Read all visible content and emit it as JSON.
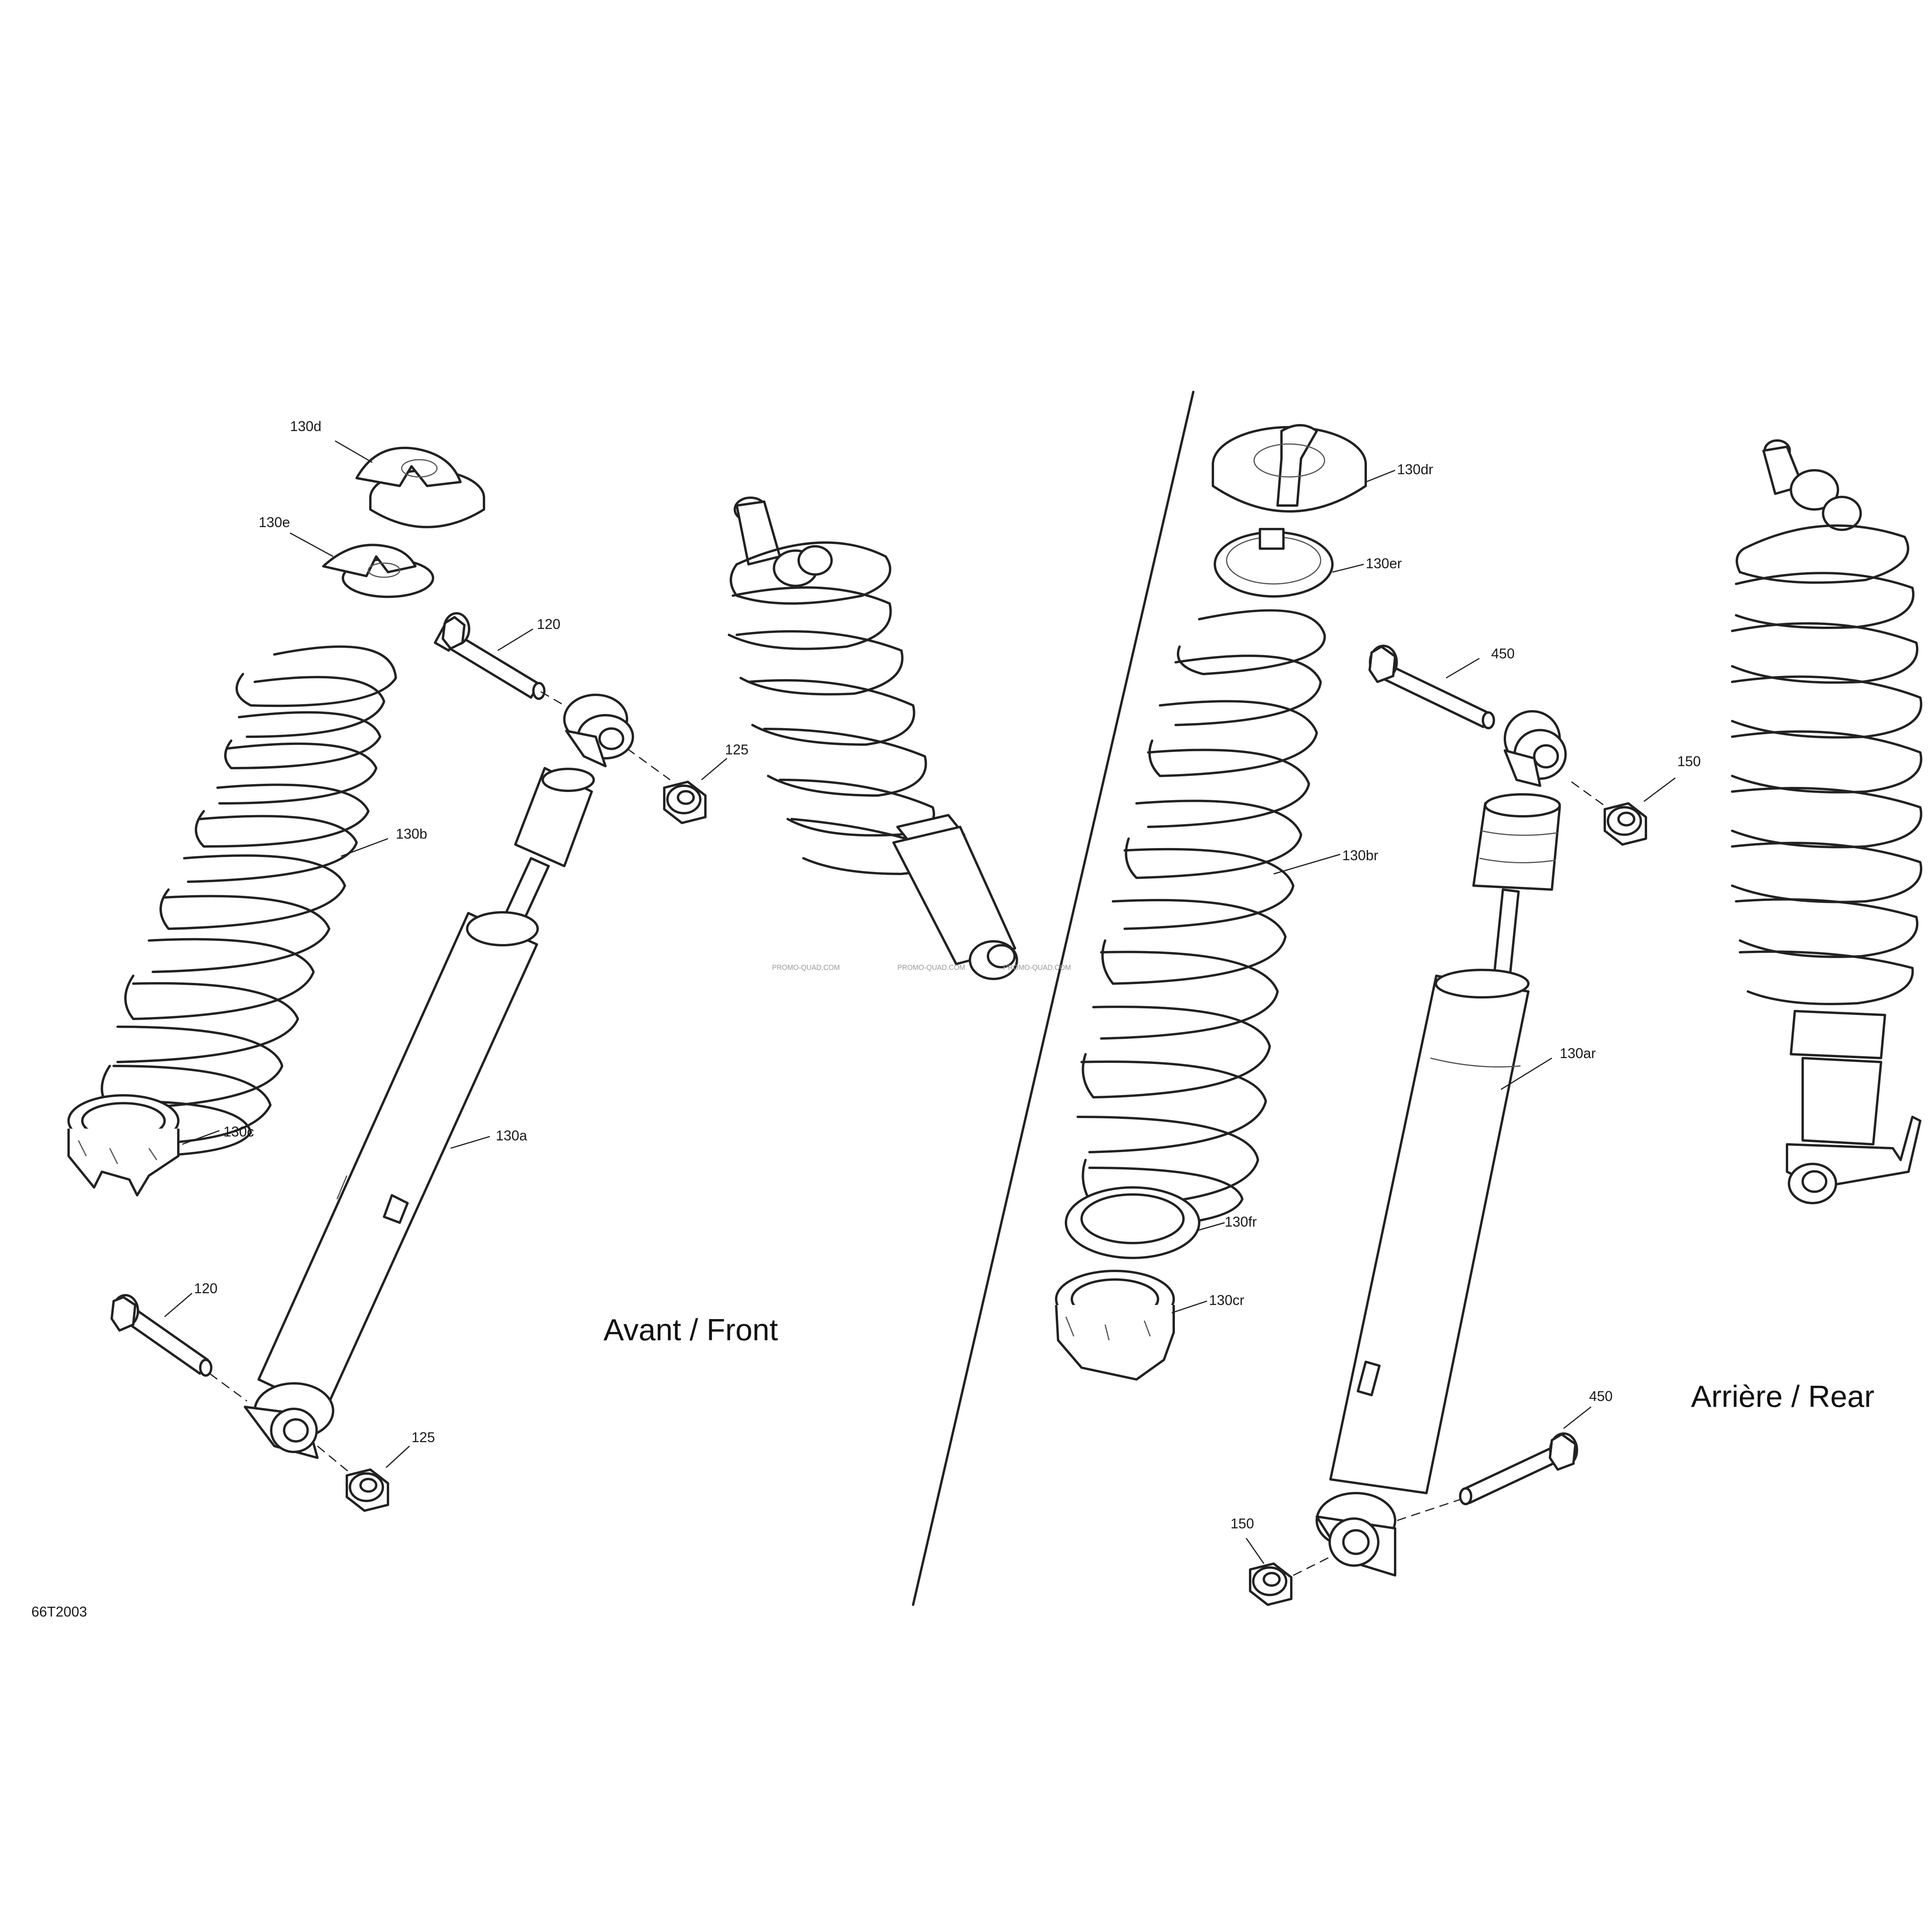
{
  "diagram": {
    "code": "66T2003",
    "sections": {
      "front": "Avant / Front",
      "rear": "Arrière / Rear"
    },
    "callouts": {
      "f_130d": "130d",
      "f_130e": "130e",
      "f_120_top": "120",
      "f_125_top": "125",
      "f_130b": "130b",
      "f_130c": "130c",
      "f_130a": "130a",
      "f_120_bottom": "120",
      "f_125_bottom": "125",
      "r_130dr": "130dr",
      "r_130er": "130er",
      "r_450_top": "450",
      "r_150_top": "150",
      "r_130br": "130br",
      "r_130ar": "130ar",
      "r_130fr": "130fr",
      "r_130cr": "130cr",
      "r_450_bottom": "450",
      "r_150_bottom": "150"
    },
    "watermark": "PROMO-QUAD.COM"
  }
}
